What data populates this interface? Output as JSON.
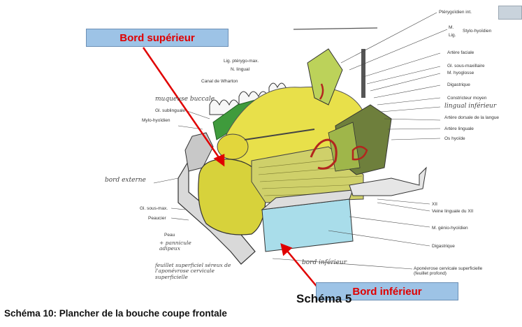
{
  "callouts": {
    "top": "Bord supérieur",
    "bottom": "Bord inférieur"
  },
  "schema_label": "Schéma 5",
  "caption": "Schéma 10: Plancher de la bouche coupe frontale",
  "labels_right": [
    "Ptérygoïdien int.",
    "M.",
    "Lig.",
    "Stylo-hyoïdien",
    "Artère faciale",
    "Gl. sous-maxillaire",
    "M. hyoglosse",
    "Digastrique",
    "Constricteur moyen",
    "lingual inférieur",
    "Artère dorsale de la langue",
    "Artère linguale",
    "Os hyoïde",
    "XII",
    "Veine linguale du XII",
    "M. génio-hyoïdien",
    "Digastrique",
    "Aponévrose cervicale superficielle (feuillet profond)"
  ],
  "labels_left": [
    "Lig. ptérygo-max.",
    "N. lingual",
    "Canal de Wharton",
    "muqueuse buccale",
    "Gl. sublinguale",
    "Mylo-hyoïdien",
    "bord externe",
    "Gl. sous-max.",
    "Peaucier",
    "Peau",
    "+ pannicule adipeux",
    "feuillet superficiel séreux de l'aponévrose cervicale superficielle",
    "bord inférieur"
  ]
}
